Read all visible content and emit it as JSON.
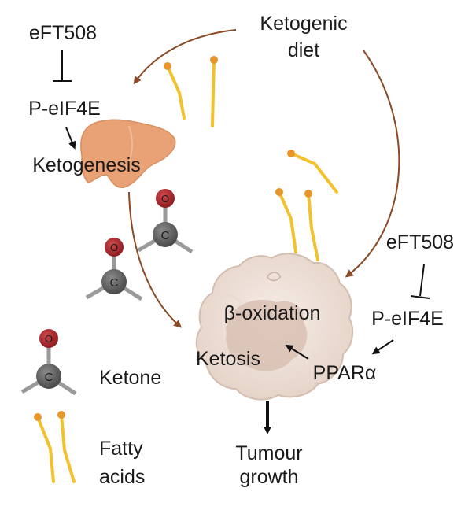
{
  "labels": {
    "ketogenic_diet_line1": "Ketogenic",
    "ketogenic_diet_line2": "diet",
    "inhibitor_left": "eFT508",
    "peif4e_left": "P-eIF4E",
    "ketogenesis": "Ketogenesis",
    "inhibitor_right": "eFT508",
    "peif4e_right": "P-eIF4E",
    "beta_oxidation": "β-oxidation",
    "ketosis": "Ketosis",
    "ppara": "PPARα",
    "tumour_growth_line1": "Tumour",
    "tumour_growth_line2": "growth"
  },
  "legend": {
    "ketone": "Ketone",
    "fatty_acids_line1": "Fatty",
    "fatty_acids_line2": "acids"
  },
  "ketone_symbols": {
    "oxygen": "O",
    "carbon": "C"
  },
  "colors": {
    "arrow_brown": "#8a4a26",
    "liver": "#e9a276",
    "fatty_acid": "#f2c22e",
    "fatty_acid_head": "#e8952c",
    "oxygen": "#a3262a",
    "carbon": "#606060",
    "tumour_cell": "#efe3da",
    "nucleus": "#d8c1b3"
  }
}
